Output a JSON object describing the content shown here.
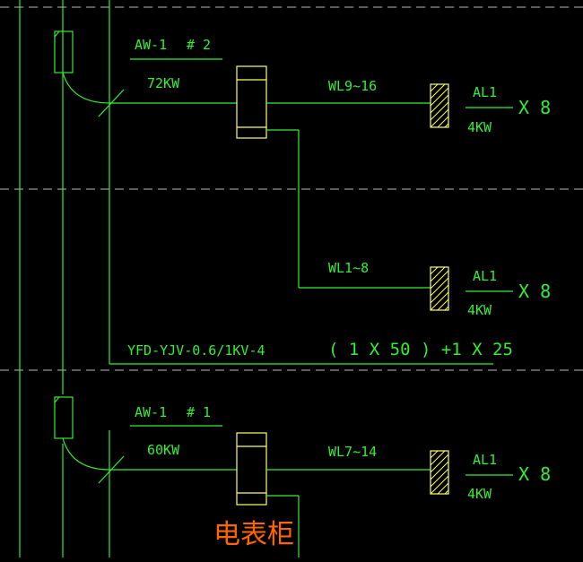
{
  "colors": {
    "background": "#000000",
    "wire": "#33ee33",
    "label": "#33ee33",
    "cabinet": "#ffff66",
    "dashed": "#bbbbbb",
    "annotation": "#ff6600"
  },
  "upper": {
    "panel": "AW-1",
    "number": "# 2",
    "power": "72KW",
    "branch_top": {
      "label": "WL9~16",
      "box": "AL1",
      "power": "4KW",
      "mult": "X 8"
    },
    "branch_bottom": {
      "label": "WL1~8",
      "box": "AL1",
      "power": "4KW",
      "mult": "X 8"
    }
  },
  "cable": {
    "spec": "YFD-YJV-0.6/1KV-4",
    "size": "( 1 X 50 ) +1 X 25"
  },
  "lower": {
    "panel": "AW-1",
    "number": "# 1",
    "power": "60KW",
    "branch_top": {
      "label": "WL7~14",
      "box": "AL1",
      "power": "4KW",
      "mult": "X 8"
    }
  },
  "annotation": "电表柜"
}
